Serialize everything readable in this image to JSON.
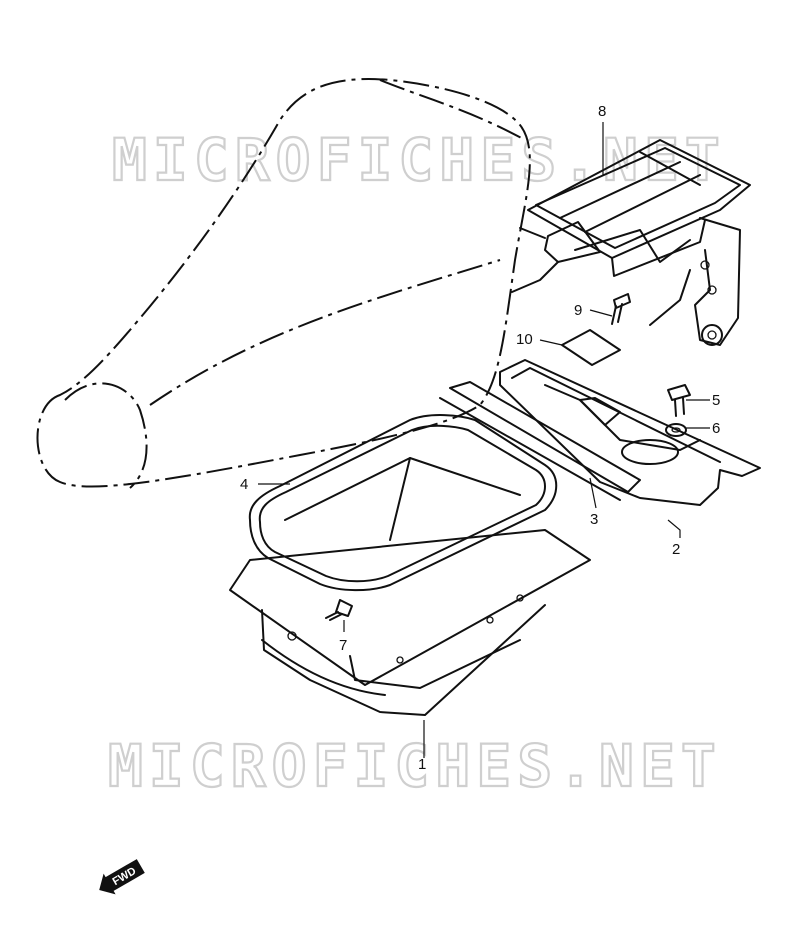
{
  "watermark": {
    "text": "MICROFICHES.NET"
  },
  "callouts": [
    {
      "id": "1",
      "label": "1"
    },
    {
      "id": "2",
      "label": "2"
    },
    {
      "id": "3",
      "label": "3"
    },
    {
      "id": "4",
      "label": "4"
    },
    {
      "id": "5",
      "label": "5"
    },
    {
      "id": "6",
      "label": "6"
    },
    {
      "id": "7",
      "label": "7"
    },
    {
      "id": "8",
      "label": "8"
    },
    {
      "id": "9",
      "label": "9"
    },
    {
      "id": "10",
      "label": "10"
    }
  ],
  "direction_badge": {
    "label": "FWD",
    "icon": "fwd-arrow-icon"
  }
}
